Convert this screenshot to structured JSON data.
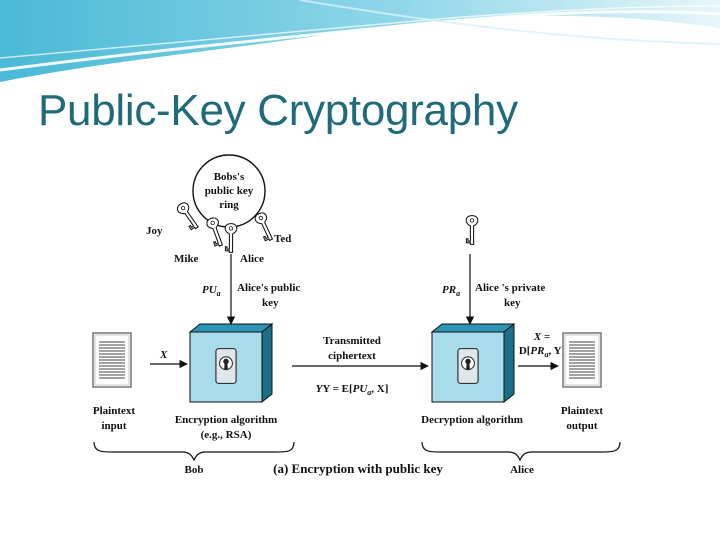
{
  "slide": {
    "title": "Public-Key Cryptography"
  },
  "diagram": {
    "key_ring": {
      "line1": "Bobs's",
      "line2": "public key",
      "line3": "ring"
    },
    "key_owners": {
      "joy": "Joy",
      "mike": "Mike",
      "alice": "Alice",
      "ted": "Ted"
    },
    "public_key": {
      "symbol": "PU",
      "subscript": "a",
      "label_line1": "Alice's public",
      "label_line2": "key"
    },
    "private_key": {
      "symbol": "PR",
      "subscript": "a",
      "label_line1": "Alice 's private",
      "label_line2": "key"
    },
    "plaintext_input": {
      "line1": "Plaintext",
      "line2": "input"
    },
    "plaintext_output": {
      "line1": "Plaintext",
      "line2": "output"
    },
    "input_symbol": "X",
    "encryption": {
      "line1": "Encryption algorithm",
      "line2": "(e.g., RSA)"
    },
    "decryption": {
      "label": "Decryption algorithm"
    },
    "transmission": {
      "line1": "Transmitted",
      "line2": "ciphertext",
      "formula_prefix": "Y = E[",
      "formula_key": "PU",
      "formula_sub": "a",
      "formula_suffix": ", X]"
    },
    "output_formula": {
      "line1": "X =",
      "line2_prefix": "D[",
      "line2_key": "PR",
      "line2_sub": "a",
      "line2_suffix": ", Y]"
    },
    "bob": "Bob",
    "alice": "Alice",
    "caption": "(a) Encryption with public key"
  },
  "colors": {
    "title": "#1f6b7a",
    "header_wave": "#5fc4dc",
    "header_wave_light": "#b9e6f1",
    "cube_front": "#a9dcea",
    "cube_top": "#2b95b5",
    "cube_side": "#1a6f88"
  }
}
